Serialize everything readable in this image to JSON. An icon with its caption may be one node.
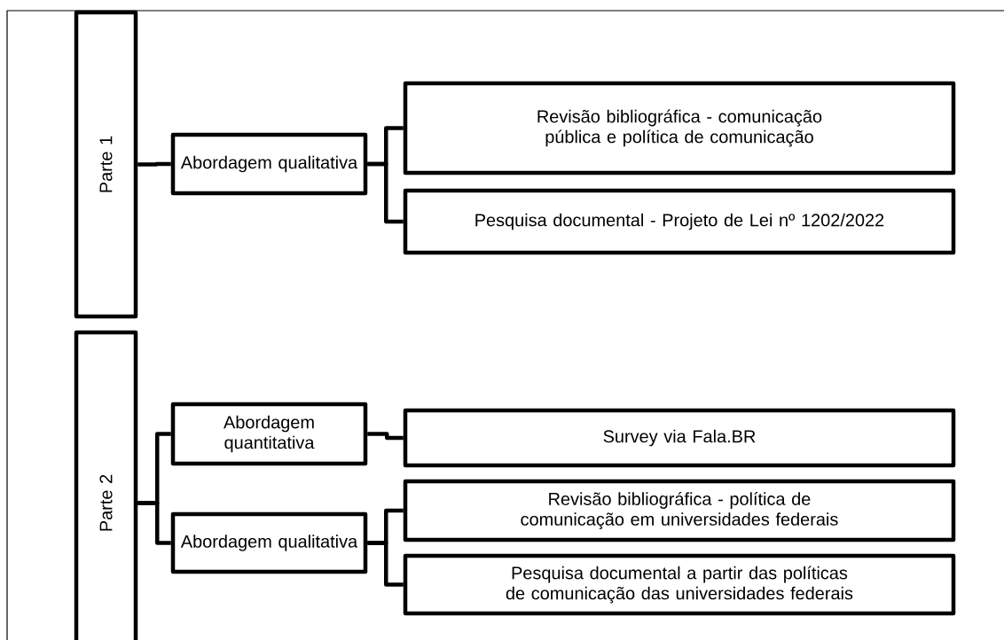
{
  "diagram": {
    "nodes": [
      {
        "text": [
          "Parte 1"
        ]
      },
      {
        "text": [
          "Abordagem qualitativa"
        ]
      },
      {
        "text": [
          "Revisão bibliográfica - comunicação pública e política de comunicação"
        ]
      },
      {
        "text": [
          "Pesquisa documental - Projeto de Lei nº 1202/2022"
        ]
      },
      {
        "text": [
          "Parte 2"
        ]
      },
      {
        "text": [
          "Abordagem quantitativa"
        ]
      },
      {
        "text": [
          "Survey via Fala.BR"
        ]
      },
      {
        "text": [
          "Abordagem qualitativa"
        ]
      },
      {
        "text": [
          "Revisão bibliográfica - política de comunicação em universidades federais"
        ]
      },
      {
        "text": [
          "Pesquisa documental a partir das políticas de comunicação das universidades federais"
        ]
      }
    ],
    "edges": [
      {
        "from": 0,
        "to": 1,
        "arrow": "none"
      },
      {
        "from": 1,
        "to": 2,
        "arrow": "none"
      },
      {
        "from": 1,
        "to": 3,
        "arrow": "none"
      },
      {
        "from": 4,
        "to": 5,
        "arrow": "none"
      },
      {
        "from": 4,
        "to": 7,
        "arrow": "none"
      },
      {
        "from": 5,
        "to": 6,
        "arrow": "none"
      },
      {
        "from": 7,
        "to": 8,
        "arrow": "none"
      },
      {
        "from": 7,
        "to": 9,
        "arrow": "none"
      }
    ]
  }
}
